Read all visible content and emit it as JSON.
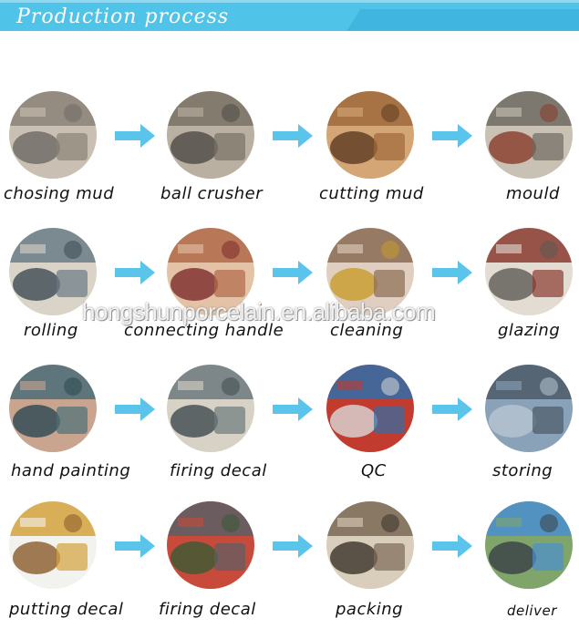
{
  "header": {
    "title": "Production process",
    "color": "#4fc3e8"
  },
  "accent_arrow_color": "#5bc4ea",
  "steps": [
    {
      "label": "chosing mud",
      "icon": "warehouse-photo"
    },
    {
      "label": "ball crusher",
      "icon": "machine-photo"
    },
    {
      "label": "cutting mud",
      "icon": "clay-cylinders-photo"
    },
    {
      "label": "mould",
      "icon": "mould-photo"
    },
    {
      "label": "rolling",
      "icon": "rolling-photo"
    },
    {
      "label": "connecting handle",
      "icon": "handle-photo"
    },
    {
      "label": "cleaning",
      "icon": "cleaning-photo"
    },
    {
      "label": "glazing",
      "icon": "glazing-photo"
    },
    {
      "label": "hand painting",
      "icon": "painting-photo"
    },
    {
      "label": "firing decal",
      "icon": "firing-photo"
    },
    {
      "label": "QC",
      "icon": "qc-photo"
    },
    {
      "label": "storing",
      "icon": "storage-photo"
    },
    {
      "label": "putting decal",
      "icon": "decal-photo"
    },
    {
      "label": "firing  decal",
      "icon": "kiln-photo"
    },
    {
      "label": "packing",
      "icon": "packing-photo"
    },
    {
      "label": "deliver",
      "icon": "truck-photo"
    }
  ],
  "watermark": "hongshunporcelain.en.alibaba.com"
}
